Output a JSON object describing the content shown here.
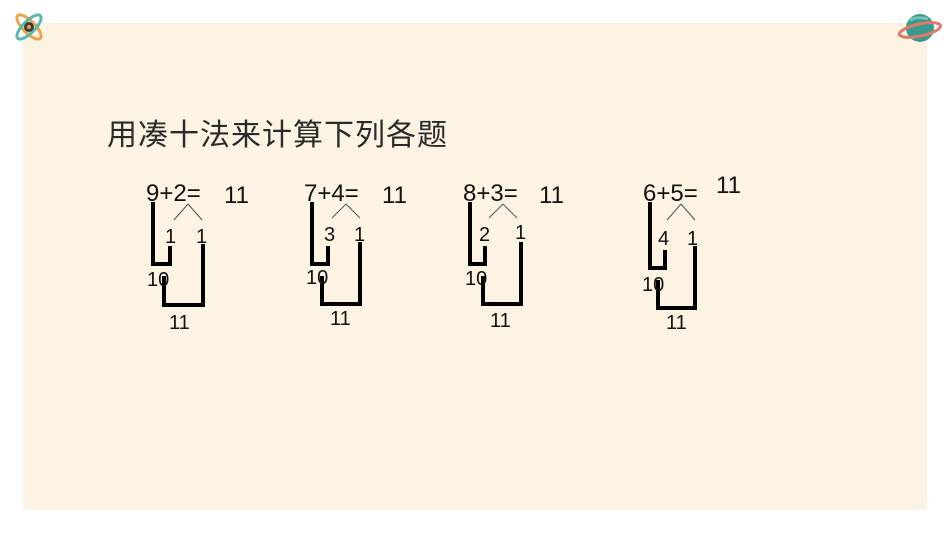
{
  "title": "用凑十法来计算下列各题",
  "problems": [
    {
      "equation": "9+2=",
      "answer": "11",
      "split_left": "1",
      "split_right": "1",
      "ten": "10",
      "total": "11"
    },
    {
      "equation": "7+4=",
      "answer": "11",
      "split_left": "3",
      "split_right": "1",
      "ten": "10",
      "total": "11"
    },
    {
      "equation": "8+3=",
      "answer": "11",
      "split_left": "2",
      "split_right": "1",
      "ten": "10",
      "total": "11"
    },
    {
      "equation": "6+5=",
      "answer": "11",
      "split_left": "4",
      "split_right": "1",
      "ten": "10",
      "total": "11"
    }
  ],
  "icons": {
    "top_left": "atom-icon",
    "top_right": "planet-icon"
  },
  "colors": {
    "slide_background": "#fdf3e3",
    "atom_orange": "#f0a24a",
    "atom_teal": "#5bb8b0",
    "planet_teal": "#3a9a8e",
    "planet_ring": "#e07a6a"
  }
}
